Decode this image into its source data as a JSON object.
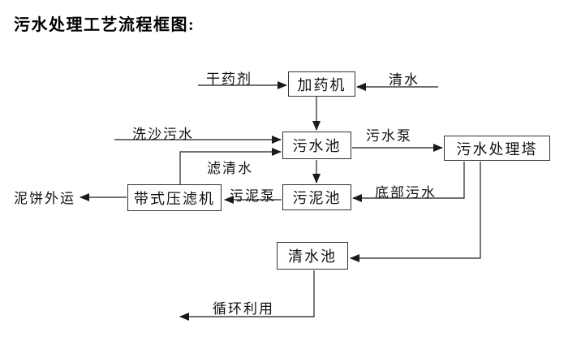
{
  "title": "污水处理工艺流程框图:",
  "boxes": {
    "dosing_machine": "加药机",
    "sewage_pool": "污水池",
    "treatment_tower": "污水处理塔",
    "sludge_pool": "污泥池",
    "belt_filter_press": "带式压滤机",
    "clean_water_pool": "清水池"
  },
  "flow_labels": {
    "dry_chemical": "干药剂",
    "clean_water": "清水",
    "sand_washing_sewage": "洗沙污水",
    "sewage_pump": "污水泵",
    "filtered_water": "滤清水",
    "bottom_sewage": "底部污水",
    "sludge_pump": "污泥泵",
    "mud_cake_out": "泥饼外运",
    "recycling": "循环利用"
  },
  "edges": [
    {
      "from": "干药剂",
      "to": "加药机"
    },
    {
      "from": "清水",
      "to": "加药机"
    },
    {
      "from": "加药机",
      "to": "污水池"
    },
    {
      "from": "洗沙污水",
      "to": "污水池"
    },
    {
      "from": "带式压滤机",
      "to": "污水池",
      "label": "滤清水"
    },
    {
      "from": "污水池",
      "to": "污水处理塔",
      "label": "污水泵"
    },
    {
      "from": "污水池",
      "to": "污泥池"
    },
    {
      "from": "污水处理塔",
      "to": "污泥池",
      "label": "底部污水"
    },
    {
      "from": "污水处理塔",
      "to": "清水池"
    },
    {
      "from": "污泥池",
      "to": "带式压滤机",
      "label": "污泥泵"
    },
    {
      "from": "带式压滤机",
      "to": "泥饼外运"
    },
    {
      "from": "清水池",
      "to": "循环利用"
    }
  ],
  "colors": {
    "background": "#ffffff",
    "line": "#404040",
    "arrowhead": "#1a1a1a",
    "box_border": "#333333",
    "box_fill": "#ffffff",
    "text": "#111111"
  }
}
